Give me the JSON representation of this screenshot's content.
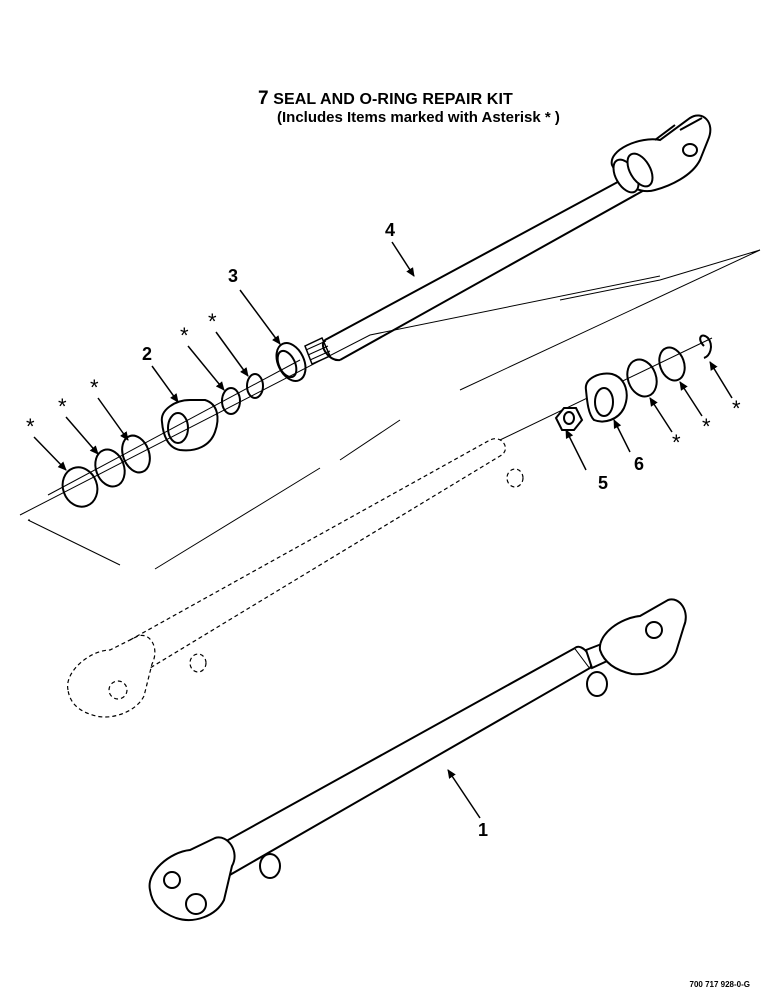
{
  "kit": {
    "number": "7",
    "name": "SEAL AND O-RING REPAIR KIT",
    "note_prefix": "(Includes Items marked with Asterisk",
    "note_star": "*",
    "note_suffix": ")"
  },
  "callouts": [
    "1",
    "2",
    "3",
    "4",
    "5",
    "6"
  ],
  "asterisk": "*",
  "document_number": "700 717 928-0-G"
}
